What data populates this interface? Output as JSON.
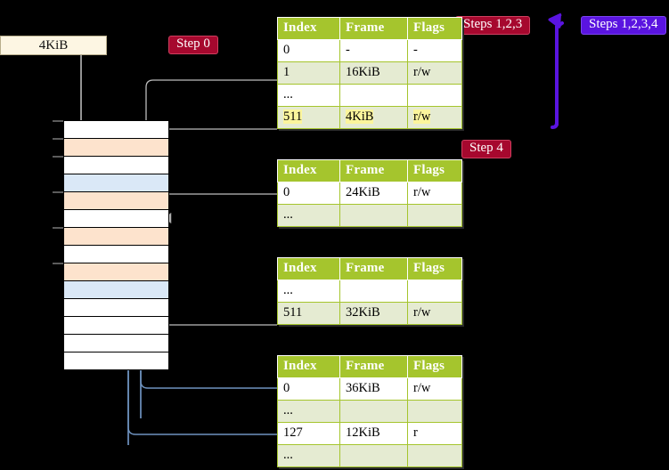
{
  "diagram": {
    "title_labels": {
      "size_box": "4KiB",
      "step0": "Step 0",
      "step4": "Step 4",
      "steps123": "Steps 1,2,3",
      "steps1234": "Steps 1,2,3,4"
    },
    "colors": {
      "table_header_bg": "#a5c52d",
      "table_alt_row_bg": "#e5ebd2",
      "highlight": "#fbf59c",
      "pill_red": "#a6082e",
      "pill_purple": "#5a14e0",
      "mem_orange": "#fde3cd",
      "mem_blue": "#dae8f7",
      "wire_gray": "#9a9a9a",
      "wire_blue": "#6f93c0",
      "size_box_bg": "#fdf6e3"
    },
    "memory_rows": [
      {
        "index": 0,
        "fill": "white"
      },
      {
        "index": 1,
        "fill": "orange"
      },
      {
        "index": 2,
        "fill": "white"
      },
      {
        "index": 3,
        "fill": "blue"
      },
      {
        "index": 4,
        "fill": "orange"
      },
      {
        "index": 5,
        "fill": "white"
      },
      {
        "index": 6,
        "fill": "orange"
      },
      {
        "index": 7,
        "fill": "white"
      },
      {
        "index": 8,
        "fill": "orange"
      },
      {
        "index": 9,
        "fill": "blue"
      },
      {
        "index": 10,
        "fill": "white"
      },
      {
        "index": 11,
        "fill": "white"
      },
      {
        "index": 12,
        "fill": "white"
      },
      {
        "index": 13,
        "fill": "white"
      }
    ],
    "tables": [
      {
        "id": "level4",
        "headers": [
          "Index",
          "Frame",
          "Flags"
        ],
        "rows": [
          {
            "style": "plain",
            "cells": [
              {
                "t": "0",
                "hl": false
              },
              {
                "t": "-",
                "hl": false
              },
              {
                "t": "-",
                "hl": false
              }
            ]
          },
          {
            "style": "alt",
            "cells": [
              {
                "t": "1",
                "hl": false
              },
              {
                "t": "16KiB",
                "hl": false
              },
              {
                "t": "r/w",
                "hl": false
              }
            ]
          },
          {
            "style": "plain",
            "cells": [
              {
                "t": "...",
                "hl": false
              },
              {
                "t": "",
                "hl": false
              },
              {
                "t": "",
                "hl": false
              }
            ]
          },
          {
            "style": "alt",
            "cells": [
              {
                "t": "511",
                "hl": true
              },
              {
                "t": "4KiB",
                "hl": true
              },
              {
                "t": "r/w",
                "hl": true
              }
            ]
          }
        ]
      },
      {
        "id": "level3",
        "headers": [
          "Index",
          "Frame",
          "Flags"
        ],
        "rows": [
          {
            "style": "plain",
            "cells": [
              {
                "t": "0",
                "hl": false
              },
              {
                "t": "24KiB",
                "hl": false
              },
              {
                "t": "r/w",
                "hl": false
              }
            ]
          },
          {
            "style": "alt",
            "cells": [
              {
                "t": "...",
                "hl": false
              },
              {
                "t": "",
                "hl": false
              },
              {
                "t": "",
                "hl": false
              }
            ]
          }
        ]
      },
      {
        "id": "level2",
        "headers": [
          "Index",
          "Frame",
          "Flags"
        ],
        "rows": [
          {
            "style": "plain",
            "cells": [
              {
                "t": "...",
                "hl": false
              },
              {
                "t": "",
                "hl": false
              },
              {
                "t": "",
                "hl": false
              }
            ]
          },
          {
            "style": "alt",
            "cells": [
              {
                "t": "511",
                "hl": false
              },
              {
                "t": "32KiB",
                "hl": false
              },
              {
                "t": "r/w",
                "hl": false
              }
            ]
          }
        ]
      },
      {
        "id": "level1",
        "headers": [
          "Index",
          "Frame",
          "Flags"
        ],
        "rows": [
          {
            "style": "plain",
            "cells": [
              {
                "t": "0",
                "hl": false
              },
              {
                "t": "36KiB",
                "hl": false
              },
              {
                "t": "r/w",
                "hl": false
              }
            ]
          },
          {
            "style": "alt",
            "cells": [
              {
                "t": "...",
                "hl": false
              },
              {
                "t": "",
                "hl": false
              },
              {
                "t": "",
                "hl": false
              }
            ]
          },
          {
            "style": "plain",
            "cells": [
              {
                "t": "127",
                "hl": false
              },
              {
                "t": "12KiB",
                "hl": false
              },
              {
                "t": "r",
                "hl": false
              }
            ]
          },
          {
            "style": "alt",
            "cells": [
              {
                "t": "...",
                "hl": false
              },
              {
                "t": "",
                "hl": false
              },
              {
                "t": "",
                "hl": false
              }
            ]
          }
        ]
      }
    ]
  }
}
